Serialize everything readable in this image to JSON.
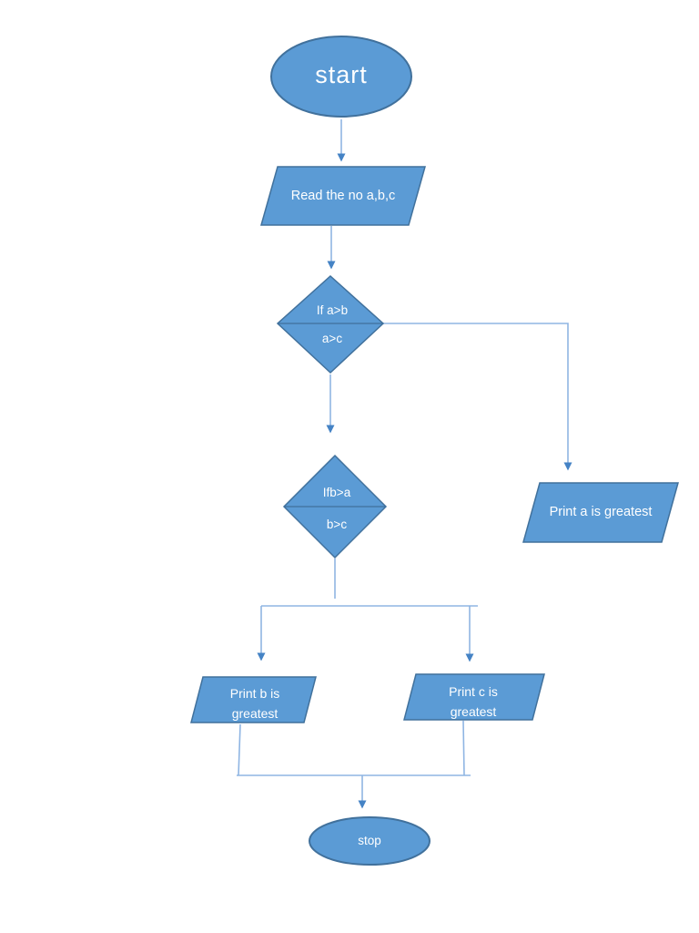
{
  "flowchart": {
    "page_background": "#ffffff",
    "colors": {
      "shape_fill": "#5b9bd5",
      "shape_border": "#41719c",
      "connector_line": "#8fb5e3",
      "arrowhead": "#4583c5",
      "label_text": "#ffffff"
    },
    "nodes": {
      "start": {
        "shape": "ellipse",
        "label": "start"
      },
      "read_input": {
        "shape": "parallelogram",
        "label": "Read the no a,b,c"
      },
      "decision_a": {
        "shape": "diamond",
        "line1": "If a>b",
        "line2": "a>c"
      },
      "decision_b": {
        "shape": "diamond",
        "line1": "Ifb>a",
        "line2": "b>c"
      },
      "print_a": {
        "shape": "parallelogram",
        "label": "Print a is greatest"
      },
      "print_b": {
        "shape": "parallelogram",
        "line1": "Print b is",
        "line2": "greatest"
      },
      "print_c": {
        "shape": "parallelogram",
        "line1": "Print c is",
        "line2": "greatest"
      },
      "stop": {
        "shape": "ellipse",
        "label": "stop"
      }
    }
  }
}
